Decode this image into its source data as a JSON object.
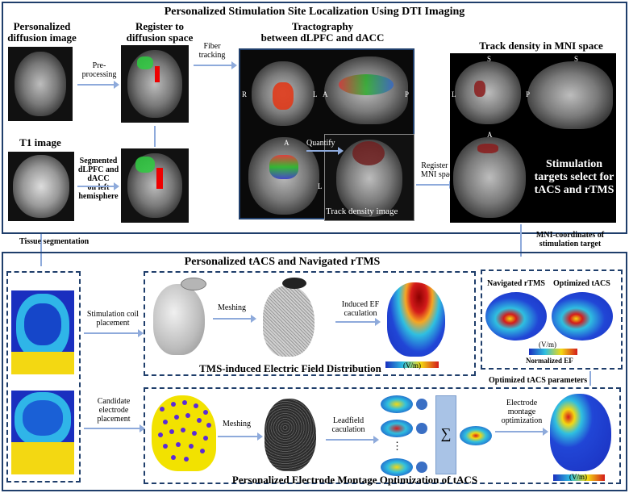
{
  "top_panel": {
    "title": "Personalized Stimulation Site Localization Using DTI Imaging",
    "personalized_diffusion_label_1": "Personalized",
    "personalized_diffusion_label_2": "diffusion image",
    "preprocessing_1": "Pre-",
    "preprocessing_2": "processing",
    "register_diffusion": "Register to",
    "register_diffusion_2": "diffusion space",
    "fiber_tracking_1": "Fiber",
    "fiber_tracking_2": "tracking",
    "tractography_1": "Tractography",
    "tractography_2": "between dLPFC and dACC",
    "track_density_mni": "Track density in MNI space",
    "t1_image": "T1 image",
    "segmented_1": "Segmented",
    "segmented_2": "dLPFC and",
    "segmented_3": "dACC",
    "segmented_4": "on left",
    "segmented_5": "hemisphere",
    "quantify": "Quantify",
    "track_density_image": "Track density image",
    "register_mni_1": "Register to",
    "register_mni_2": "MNI space",
    "stim_targets_1": "Stimulation",
    "stim_targets_2": "targets select for",
    "stim_targets_3": "tACS and rTMS",
    "orient_R": "R",
    "orient_L": "L",
    "orient_A": "A",
    "orient_P": "P",
    "orient_S": "S"
  },
  "middle_labels": {
    "tissue_segmentation": "Tissue segmentation",
    "mni_coords_1": "MNI-coordinates of",
    "mni_coords_2": "stimulation target"
  },
  "bottom_panel": {
    "title": "Personalized tACS and Navigated rTMS",
    "stim_coil_1": "Stimulation coil",
    "stim_coil_2": "placement",
    "meshing": "Meshing",
    "induced_ef_1": "Induced EF",
    "induced_ef_2": "caculation",
    "tms_caption": "TMS-induced Electric Field Distribution",
    "unit_vm": "(V/m)",
    "navigated_rtms": "Navigated rTMS",
    "optimized_tacs": "Optimized tACS",
    "normalized_ef": "Normalized EF",
    "optimized_params": "Optimized tACS parameters",
    "candidate_1": "Candidate",
    "candidate_2": "electrode",
    "candidate_3": "placement",
    "meshing_2": "Meshing",
    "leadfield_1": "Leadfield",
    "leadfield_2": "caculation",
    "sigma": "∑",
    "vdots": "⋮",
    "electrode_1": "Electrode",
    "electrode_2": "montage",
    "electrode_3": "optimization",
    "montage_caption": "Personalized Electrode Montage Optimization of tACS",
    "unit_vm_2": "(V/m)"
  }
}
